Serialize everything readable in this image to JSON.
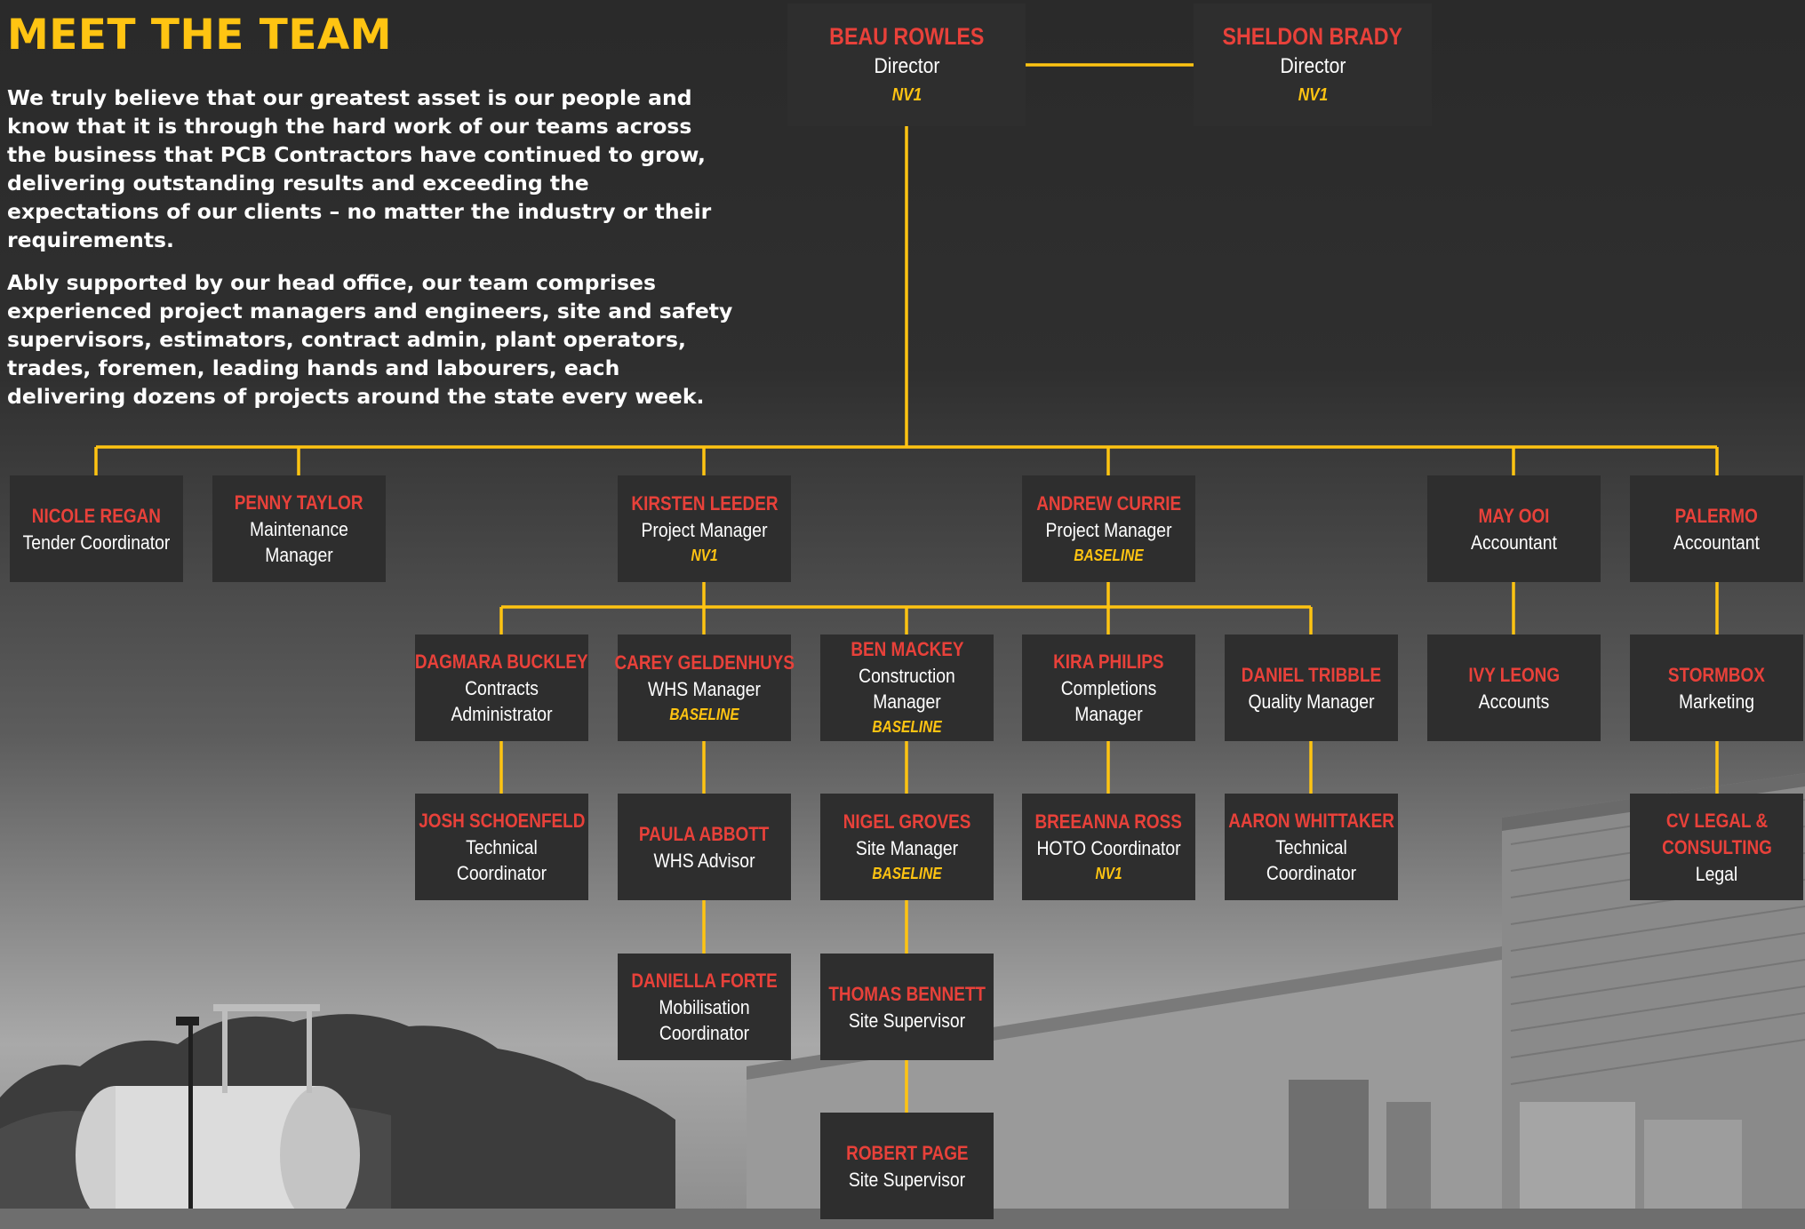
{
  "heading": "MEET THE TEAM",
  "intro": [
    "We truly believe that our greatest asset is our people and know that it is through the hard work of our teams across the business that PCB Contractors have continued to grow, delivering outstanding results and exceeding the expectations of our clients – no matter the industry or their requirements.",
    "Ably supported by our head office, our team comprises experienced project managers and engineers, site and safety supervisors, estimators, contract admin, plant operators, trades, foremen, leading hands and labourers, each delivering dozens of projects around the state every week."
  ],
  "colors": {
    "accent": "#ffc412",
    "name": "#e8413a",
    "box": "#2e2e2e"
  },
  "people": {
    "beau": {
      "name": "BEAU ROWLES",
      "role": "Director",
      "tag": "NV1"
    },
    "sheldon": {
      "name": "SHELDON BRADY",
      "role": "Director",
      "tag": "NV1"
    },
    "nicole": {
      "name": "NICOLE REGAN",
      "role": "Tender Coordinator"
    },
    "penny": {
      "name": "PENNY TAYLOR",
      "role": "Maintenance Manager"
    },
    "kirsten": {
      "name": "KIRSTEN LEEDER",
      "role": "Project Manager",
      "tag": "NV1"
    },
    "andrew": {
      "name": "ANDREW CURRIE",
      "role": "Project Manager",
      "tag": "BASELINE"
    },
    "may": {
      "name": "MAY OOI",
      "role": "Accountant"
    },
    "palermo": {
      "name": "PALERMO",
      "role": "Accountant"
    },
    "dagmara": {
      "name": "DAGMARA BUCKLEY",
      "role": "Contracts Administrator"
    },
    "carey": {
      "name": "CAREY GELDENHUYS",
      "role": "WHS Manager",
      "tag": "BASELINE"
    },
    "ben": {
      "name": "BEN MACKEY",
      "role": "Construction Manager",
      "tag": "BASELINE"
    },
    "kira": {
      "name": "KIRA PHILIPS",
      "role": "Completions Manager"
    },
    "daniel": {
      "name": "DANIEL TRIBBLE",
      "role": "Quality Manager"
    },
    "ivy": {
      "name": "IVY LEONG",
      "role": "Accounts"
    },
    "stormbox": {
      "name": "STORMBOX",
      "role": "Marketing"
    },
    "josh": {
      "name": "JOSH SCHOENFELD",
      "role": "Technical Coordinator"
    },
    "paula": {
      "name": "PAULA ABBOTT",
      "role": "WHS Advisor"
    },
    "nigel": {
      "name": "NIGEL GROVES",
      "role": "Site Manager",
      "tag": "BASELINE"
    },
    "breeanna": {
      "name": "BREEANNA ROSS",
      "role": "HOTO Coordinator",
      "tag": "NV1"
    },
    "aaron": {
      "name": "AARON WHITTAKER",
      "role": "Technical Coordinator"
    },
    "cvlegal": {
      "name": "CV LEGAL & CONSULTING",
      "role": "Legal"
    },
    "daniella": {
      "name": "DANIELLA FORTE",
      "role": "Mobilisation Coordinator"
    },
    "thomas": {
      "name": "THOMAS BENNETT",
      "role": "Site Supervisor"
    },
    "robert": {
      "name": "ROBERT PAGE",
      "role": "Site Supervisor"
    }
  }
}
